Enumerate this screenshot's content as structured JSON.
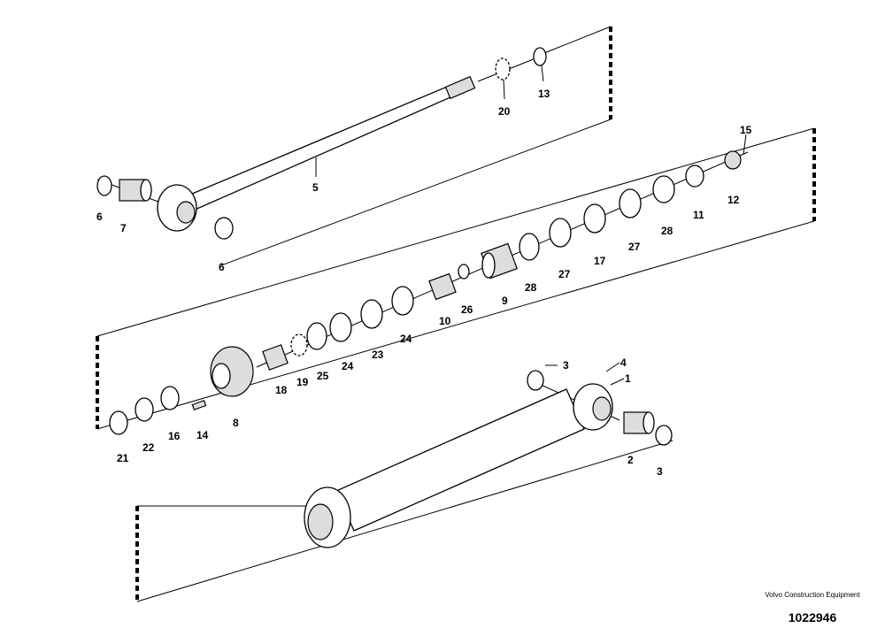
{
  "diagram": {
    "labels": [
      {
        "id": "13",
        "text": "13"
      },
      {
        "id": "20",
        "text": "20"
      },
      {
        "id": "5",
        "text": "5"
      },
      {
        "id": "15",
        "text": "15"
      },
      {
        "id": "12",
        "text": "12"
      },
      {
        "id": "11",
        "text": "11"
      },
      {
        "id": "28a",
        "text": "28"
      },
      {
        "id": "27a",
        "text": "27"
      },
      {
        "id": "17",
        "text": "17"
      },
      {
        "id": "27b",
        "text": "27"
      },
      {
        "id": "28b",
        "text": "28"
      },
      {
        "id": "9",
        "text": "9"
      },
      {
        "id": "26",
        "text": "26"
      },
      {
        "id": "10",
        "text": "10"
      },
      {
        "id": "24a",
        "text": "24"
      },
      {
        "id": "23",
        "text": "23"
      },
      {
        "id": "24b",
        "text": "24"
      },
      {
        "id": "25",
        "text": "25"
      },
      {
        "id": "19",
        "text": "19"
      },
      {
        "id": "18",
        "text": "18"
      },
      {
        "id": "6a",
        "text": "6"
      },
      {
        "id": "7",
        "text": "7"
      },
      {
        "id": "6b",
        "text": "6"
      },
      {
        "id": "3a",
        "text": "3"
      },
      {
        "id": "4",
        "text": "4"
      },
      {
        "id": "1",
        "text": "1"
      },
      {
        "id": "2",
        "text": "2"
      },
      {
        "id": "3b",
        "text": "3"
      },
      {
        "id": "21",
        "text": "21"
      },
      {
        "id": "22",
        "text": "22"
      },
      {
        "id": "16",
        "text": "16"
      },
      {
        "id": "14",
        "text": "14"
      },
      {
        "id": "8",
        "text": "8"
      }
    ]
  },
  "footer": {
    "company": "Volvo Construction Equipment",
    "document_number": "1022946"
  }
}
